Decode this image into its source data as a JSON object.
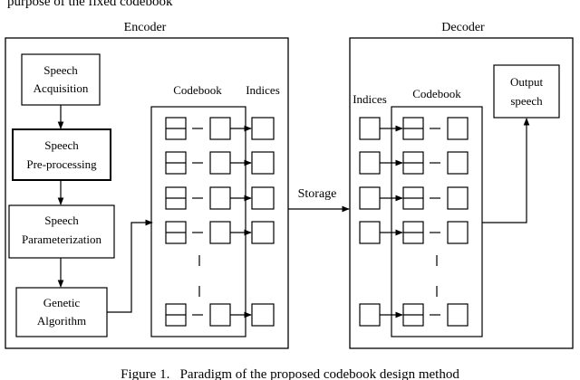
{
  "top_text": "purpose of the fixed codebook",
  "encoder": {
    "title": "Encoder",
    "steps": [
      {
        "lines": [
          "Speech",
          "Acquisition"
        ]
      },
      {
        "lines": [
          "Speech",
          "Pre-processing"
        ]
      },
      {
        "lines": [
          "Speech",
          "Parameterization"
        ]
      },
      {
        "lines": [
          "Genetic",
          "Algorithm"
        ]
      }
    ],
    "codebook_label": "Codebook",
    "indices_label": "Indices"
  },
  "storage_label": "Storage",
  "decoder": {
    "title": "Decoder",
    "indices_label": "Indices",
    "codebook_label": "Codebook",
    "output_lines": [
      "Output",
      "speech"
    ]
  },
  "caption": "Figure 1.   Paradigm of the proposed codebook design method"
}
